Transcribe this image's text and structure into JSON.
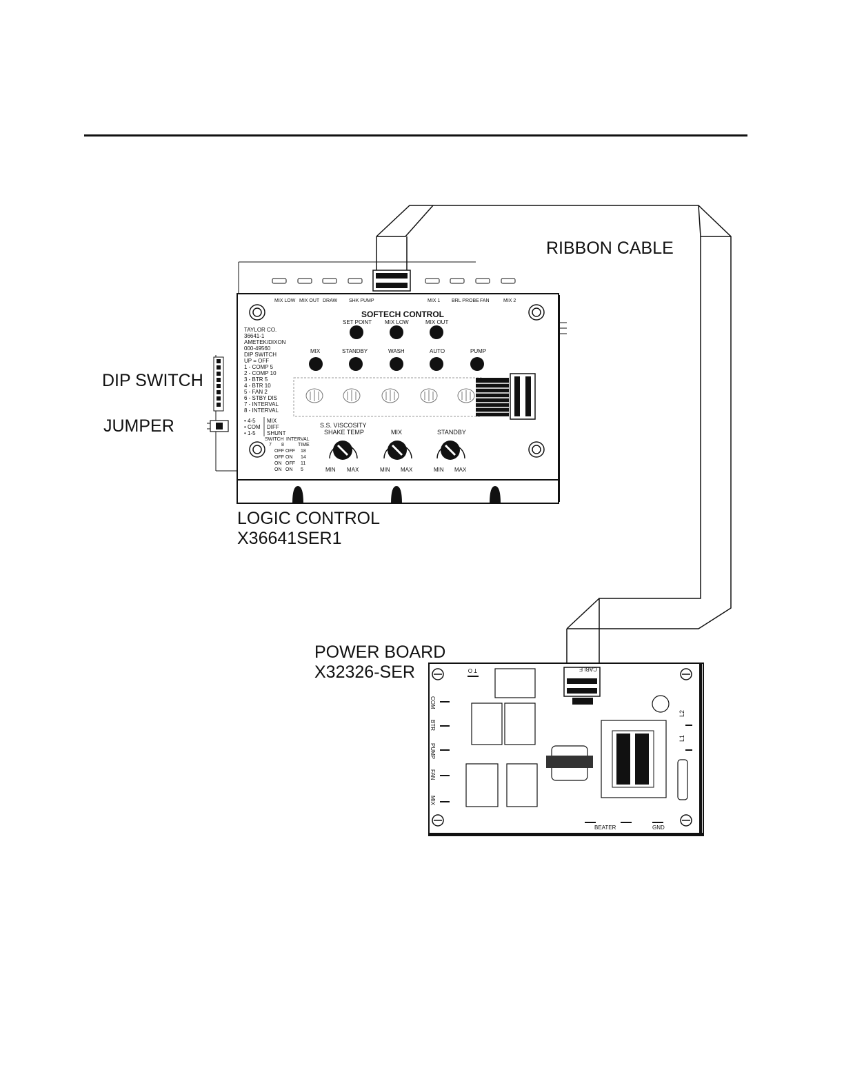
{
  "callouts": {
    "ribbon_cable": "RIBBON CABLE",
    "dip_switch": "DIP SWITCH",
    "jumper": "JUMPER",
    "logic_control": [
      "LOGIC CONTROL",
      "X36641SER1"
    ],
    "power_board": [
      "POWER BOARD",
      "X32326-SER"
    ]
  },
  "logic_board": {
    "title": "SOFTECH CONTROL",
    "top_leds": [
      "MIX LOW",
      "MIX OUT",
      "DRAW",
      "SHK PUMP",
      "MIX 1",
      "BRL PROBE",
      "FAN",
      "MIX 2"
    ],
    "row1_buttons": [
      "SET POINT",
      "MIX LOW",
      "MIX OUT"
    ],
    "row2_buttons": [
      "MIX",
      "STANDBY",
      "WASH",
      "AUTO",
      "PUMP"
    ],
    "info_lines": [
      "TAYLOR CO.",
      "36641-1",
      "AMETEK/DIXON",
      "000-49560",
      "DIP SWITCH",
      "UP = OFF",
      "1 - COMP 5",
      "2 - COMP 10",
      "3 - BTR 5",
      "4 - BTR 10",
      "5 - FAN 2",
      "6 - STBY DIS",
      "7 - INTERVAL",
      "8 - INTERVAL"
    ],
    "jumper_rows": [
      [
        "• 4-5",
        "MIX"
      ],
      [
        "• COM",
        "DIFF"
      ],
      [
        "• 1-5",
        "SHUNT"
      ]
    ],
    "interval_header": [
      "SWITCH",
      "INTERVAL",
      "7",
      "8",
      "TIME"
    ],
    "interval_rows": [
      [
        "OFF",
        "OFF",
        "18"
      ],
      [
        "OFF",
        "ON",
        "14"
      ],
      [
        "ON",
        "OFF",
        "11"
      ],
      [
        "ON",
        "ON",
        "5"
      ]
    ],
    "knobs": [
      {
        "label": "S.S. VISCOSITY",
        "label2": "SHAKE TEMP"
      },
      {
        "label": "MIX",
        "label2": ""
      },
      {
        "label": "STANDBY",
        "label2": ""
      }
    ],
    "knob_min": "MIN",
    "knob_max": "MAX"
  },
  "power_board": {
    "left_terminals": [
      "COM",
      "BTR",
      "PUMP",
      "FAN",
      "MIX"
    ],
    "cable_label": "CABLE",
    "t_label": "T O",
    "right_labels": [
      "L2",
      "L1"
    ],
    "bottom_labels": [
      "BEATER",
      "GND"
    ]
  }
}
